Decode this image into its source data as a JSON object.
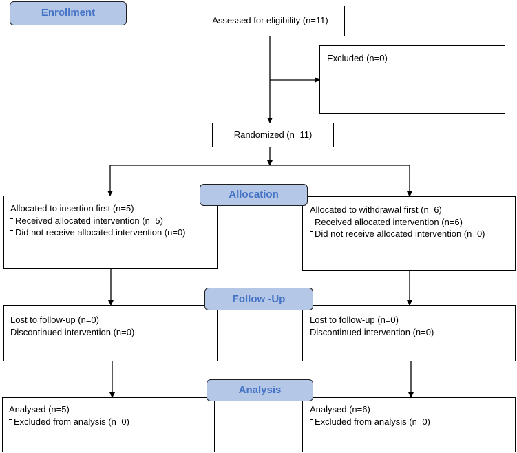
{
  "stages": {
    "enrollment": "Enrollment",
    "allocation": "Allocation",
    "follow_up": "Follow -Up",
    "analysis": "Analysis"
  },
  "assessed": "Assessed for eligibility (n=11)",
  "excluded": "Excluded (n=0)",
  "randomized": "Randomized (n=11)",
  "arms": {
    "left": {
      "allocation": {
        "title": "Allocated to insertion first (n=5)",
        "received": "Received allocated intervention (n=5)",
        "not_received": "Did not receive allocated intervention (n=0)"
      },
      "follow_up": {
        "lost": "Lost to follow-up (n=0)",
        "discontinued": "Discontinued intervention (n=0)"
      },
      "analysis": {
        "analysed": "Analysed (n=5)",
        "excluded": "Excluded from analysis (n=0)"
      }
    },
    "right": {
      "allocation": {
        "title": "Allocated to withdrawal first (n=6)",
        "received": "Received allocated intervention (n=6)",
        "not_received": "Did not receive allocated intervention (n=0)"
      },
      "follow_up": {
        "lost": "Lost to follow-up (n=0)",
        "discontinued": "Discontinued intervention (n=0)"
      },
      "analysis": {
        "analysed": "Analysed (n=6)",
        "excluded": "Excluded from analysis (n=0)"
      }
    }
  }
}
